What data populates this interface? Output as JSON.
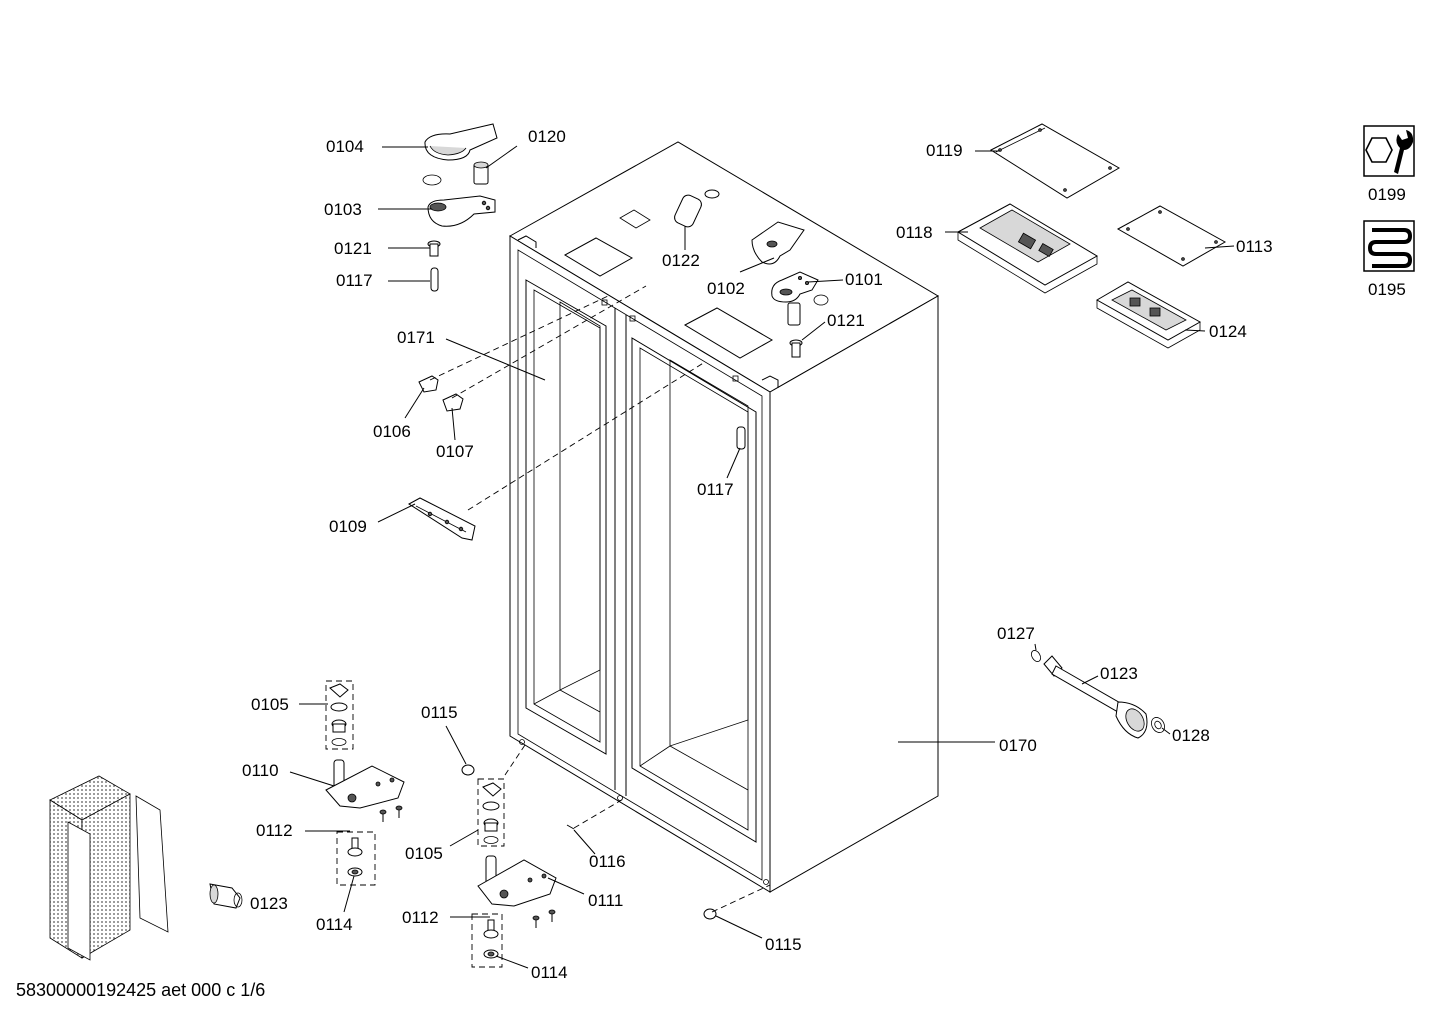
{
  "drawing_id": "58300000192425 aet 000 c 1/6",
  "legend": [
    {
      "code": "0199",
      "icon": "wrench-tool-icon"
    },
    {
      "code": "0195",
      "icon": "heating-coil-icon"
    }
  ],
  "callouts": {
    "c0104": "0104",
    "c0120": "0120",
    "c0103": "0103",
    "c0121a": "0121",
    "c0117a": "0117",
    "c0171": "0171",
    "c0106": "0106",
    "c0107": "0107",
    "c0109": "0109",
    "c0122": "0122",
    "c0102": "0102",
    "c0101": "0101",
    "c0121b": "0121",
    "c0117b": "0117",
    "c0119": "0119",
    "c0118": "0118",
    "c0113": "0113",
    "c0124": "0124",
    "c0127": "0127",
    "c0123a": "0123",
    "c0128": "0128",
    "c0170": "0170",
    "c0105a": "0105",
    "c0110": "0110",
    "c0112a": "0112",
    "c0114a": "0114",
    "c0123b": "0123",
    "c0115a": "0115",
    "c0105b": "0105",
    "c0116": "0116",
    "c0111": "0111",
    "c0112b": "0112",
    "c0114b": "0114",
    "c0115b": "0115"
  }
}
